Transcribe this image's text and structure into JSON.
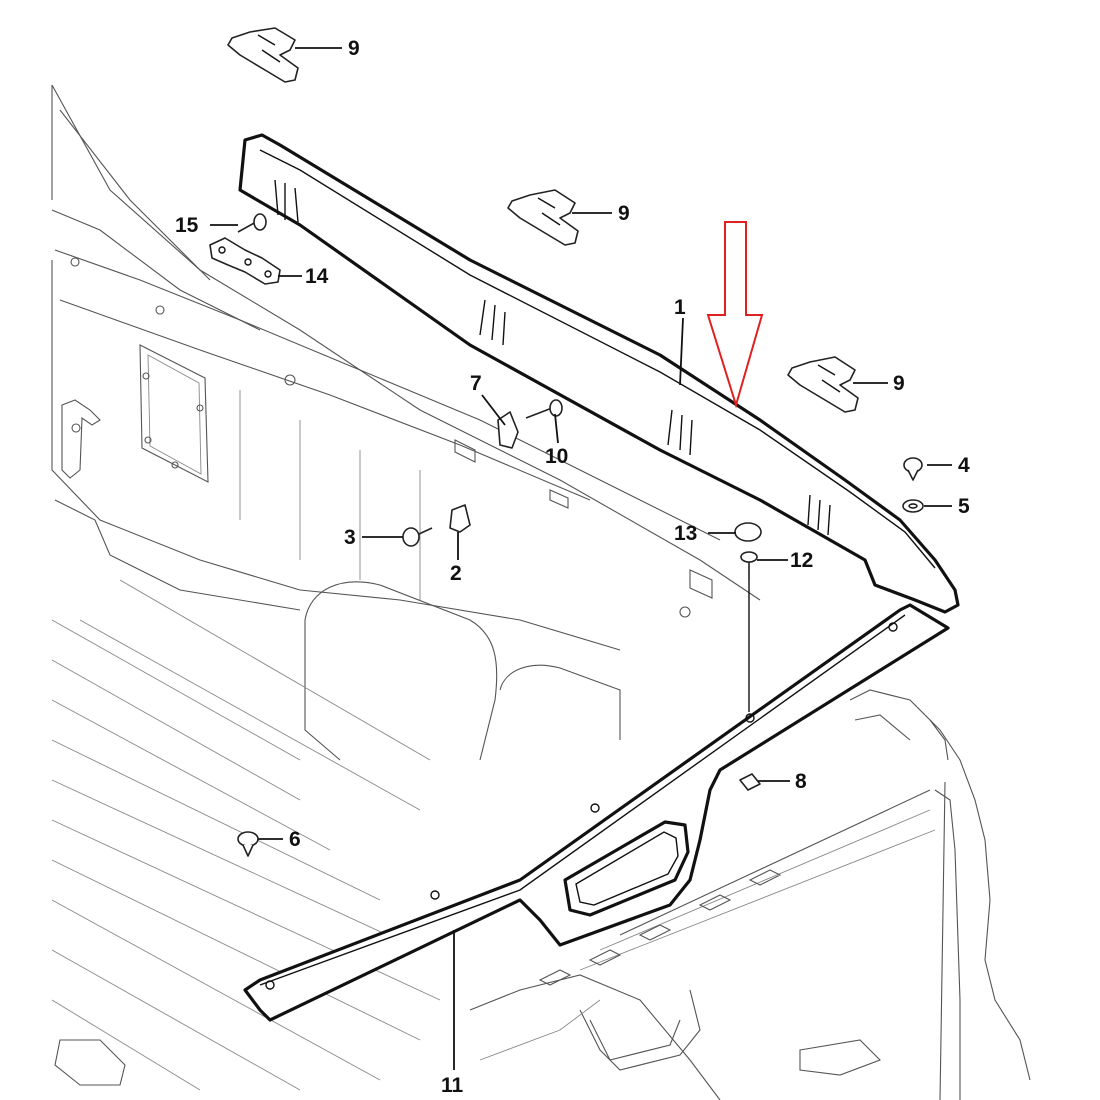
{
  "callouts": {
    "c1": "1",
    "c2": "2",
    "c3": "3",
    "c4": "4",
    "c5": "5",
    "c6": "6",
    "c7": "7",
    "c8": "8",
    "c9a": "9",
    "c9b": "9",
    "c9c": "9",
    "c10": "10",
    "c11": "11",
    "c12": "12",
    "c13": "13",
    "c14": "14",
    "c15": "15"
  },
  "colors": {
    "highlight_arrow": "#e02020",
    "line": "#111111",
    "background": "#ffffff"
  }
}
